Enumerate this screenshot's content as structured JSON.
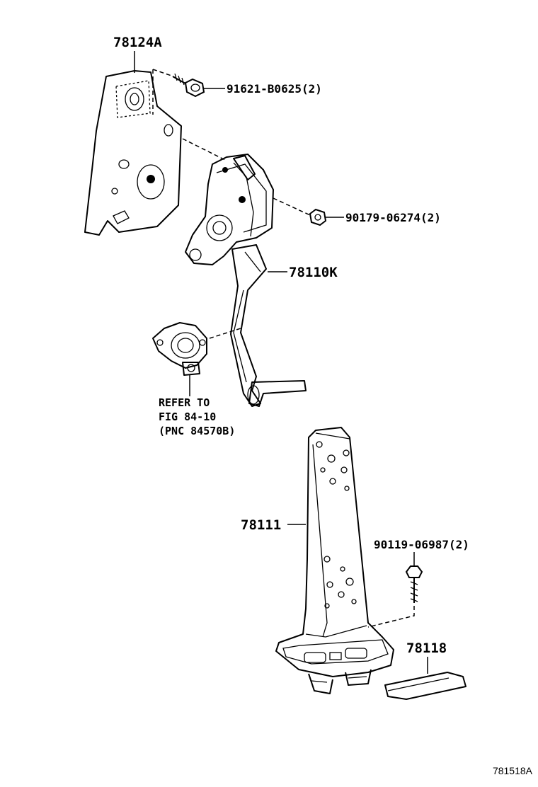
{
  "labels": {
    "bracket": "78124A",
    "bolt_top": "91621-B0625(2)",
    "nut": "90179-06274(2)",
    "pedal_arm": "78110K",
    "refer_line1": "REFER TO",
    "refer_line2": "FIG 84-10",
    "refer_line3": "(PNC 84570B)",
    "pedal_pad": "78111",
    "bolt_lower": "90119-06987(2)",
    "pad_cover": "78118",
    "figure_id": "781518A"
  }
}
